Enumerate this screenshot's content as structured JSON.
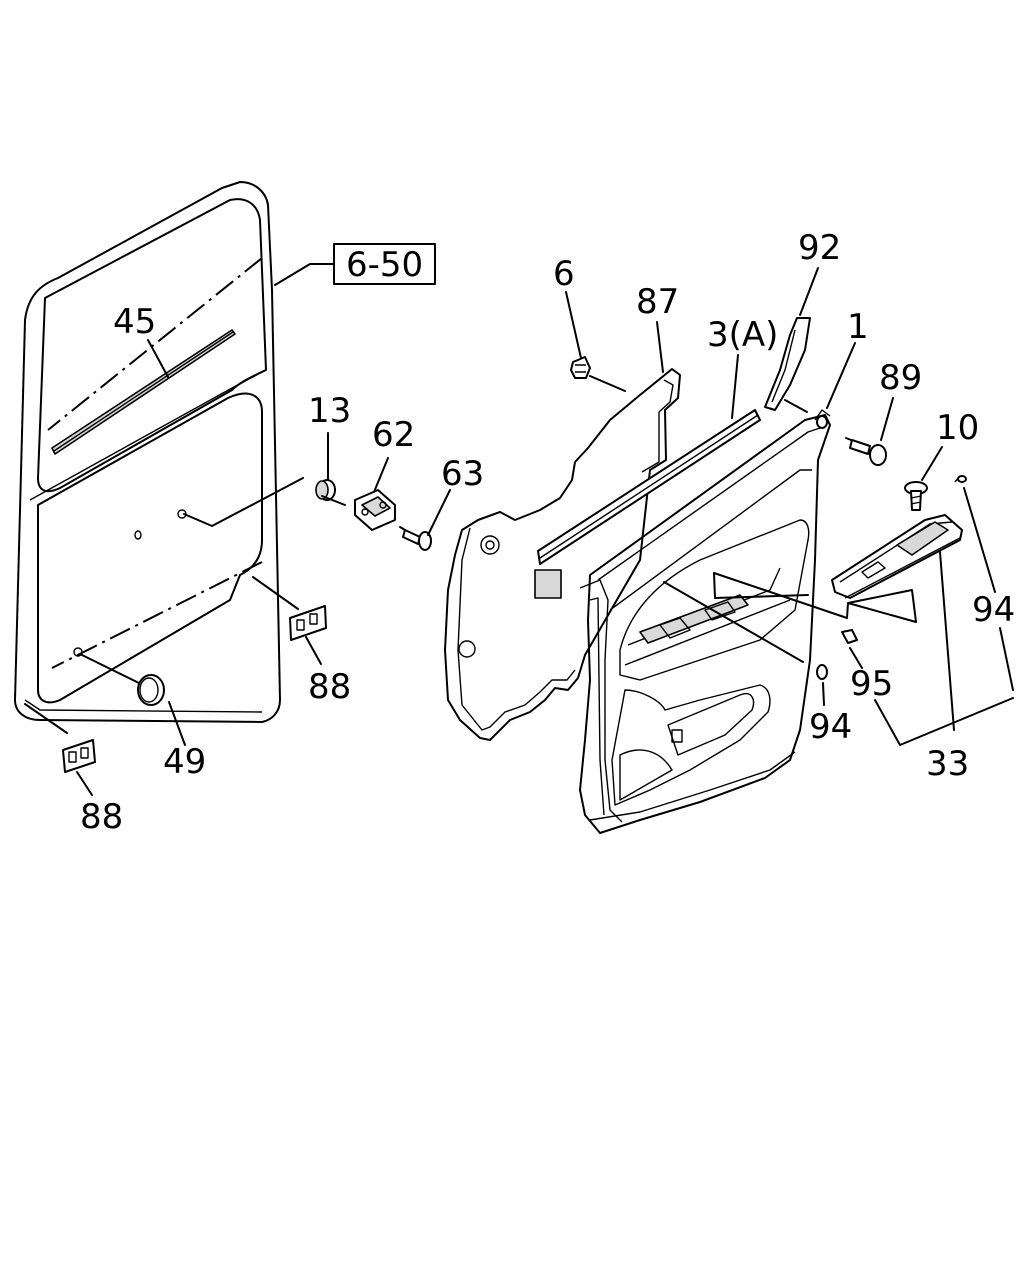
{
  "callouts": {
    "ref_box": "6-50",
    "c45": "45",
    "c13": "13",
    "c62": "62",
    "c63": "63",
    "c88a": "88",
    "c88b": "88",
    "c49": "49",
    "c6": "6",
    "c87": "87",
    "c3a": "3(A)",
    "c92": "92",
    "c1": "1",
    "c89": "89",
    "c10": "10",
    "c94a": "94",
    "c94b": "94",
    "c95": "95",
    "c33": "33"
  }
}
